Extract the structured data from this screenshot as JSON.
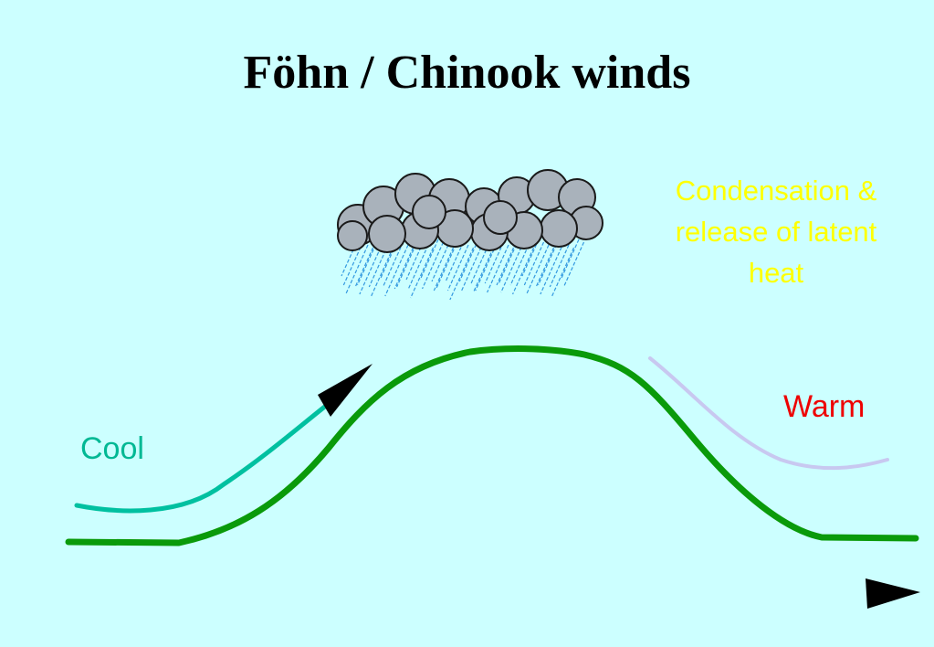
{
  "title": "Föhn / Chinook winds",
  "labels": {
    "cool": "Cool",
    "warm": "Warm",
    "latent_heat_lines": [
      "Condensation &",
      "release of latent",
      "heat"
    ]
  },
  "colors": {
    "background": "#ccffff",
    "mountain": "#0a9a0a",
    "cool_air": "#00c0a0",
    "warm_air": "#c8c8f0",
    "cool_text": "#00b894",
    "warm_text": "#ee0000",
    "latent_text": "#ffff00",
    "cloud_fill": "#a9b2bb",
    "rain": "#3399e0",
    "arrow": "#000000"
  },
  "icons": {
    "cloud": "rain-cloud-icon",
    "arrowhead": "arrowhead-icon"
  }
}
